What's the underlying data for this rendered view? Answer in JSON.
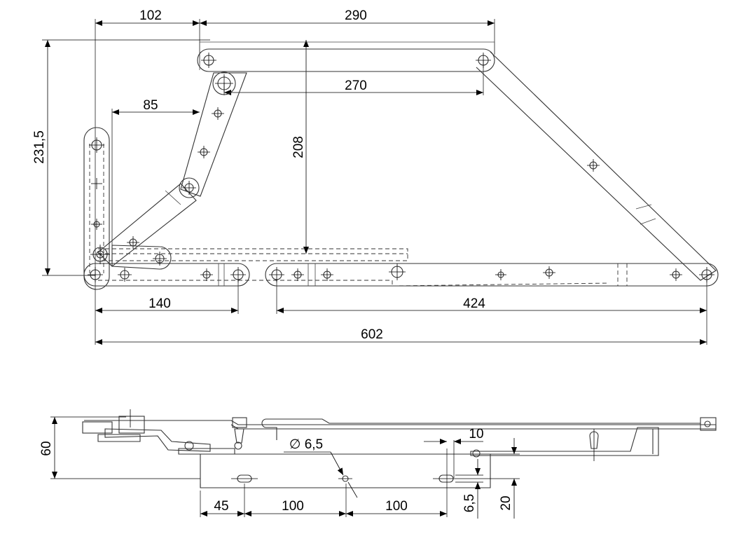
{
  "dimensions": {
    "top_left_width": "102",
    "top_bar_length": "290",
    "left_height": "231,5",
    "upper_link_span": "270",
    "left_offset": "85",
    "vertical_height": "208",
    "bottom_left_length": "140",
    "bottom_right_length": "424",
    "overall_length": "602",
    "side_height": "60",
    "hole_diameter": "∅ 6,5",
    "slot_width": "10",
    "edge_offset": "45",
    "hole_spacing_1": "100",
    "hole_spacing_2": "100",
    "slot_height": "6,5",
    "plate_height": "20"
  }
}
